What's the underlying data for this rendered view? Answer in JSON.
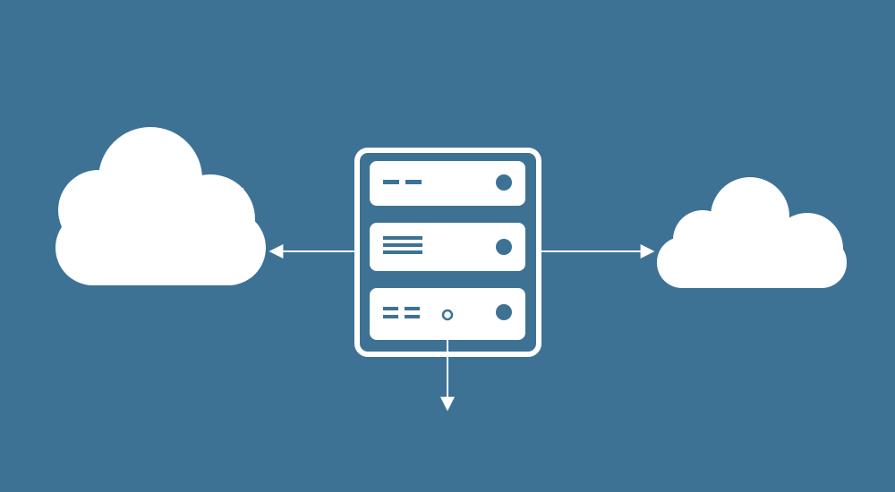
{
  "colors": {
    "background": "#3d7295",
    "foreground": "#ffffff"
  },
  "nodes": [
    {
      "id": "cloud-left",
      "kind": "cloud-icon"
    },
    {
      "id": "server",
      "kind": "server-rack-icon",
      "units": 3
    },
    {
      "id": "cloud-right",
      "kind": "cloud-icon"
    }
  ],
  "edges": [
    {
      "from": "server",
      "to": "cloud-left",
      "style": "arrow"
    },
    {
      "from": "server",
      "to": "cloud-right",
      "style": "arrow"
    },
    {
      "from": "server",
      "to": "below",
      "style": "arrow"
    }
  ]
}
